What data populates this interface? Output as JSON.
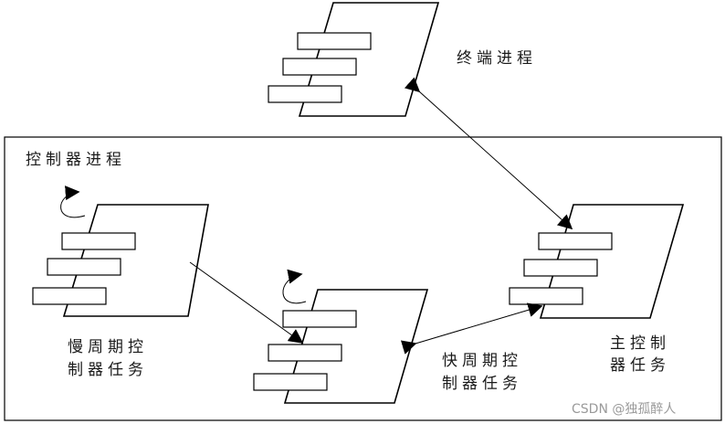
{
  "labels": {
    "terminal_process": "终端进程",
    "controller_process": "控制器进程",
    "slow_task_line1": "慢周期控",
    "slow_task_line2": "制器任务",
    "fast_task_line1": "快周期控",
    "fast_task_line2": "制器任务",
    "main_task_line1": "主控制",
    "main_task_line2": "器任务"
  },
  "watermark": "CSDN @独孤醉人",
  "icons": {
    "component": "component-icon",
    "self_loop": "self-loop-arrow-icon"
  },
  "colors": {
    "stroke": "#000000",
    "background": "#ffffff",
    "watermark": "#9a9a9a"
  }
}
